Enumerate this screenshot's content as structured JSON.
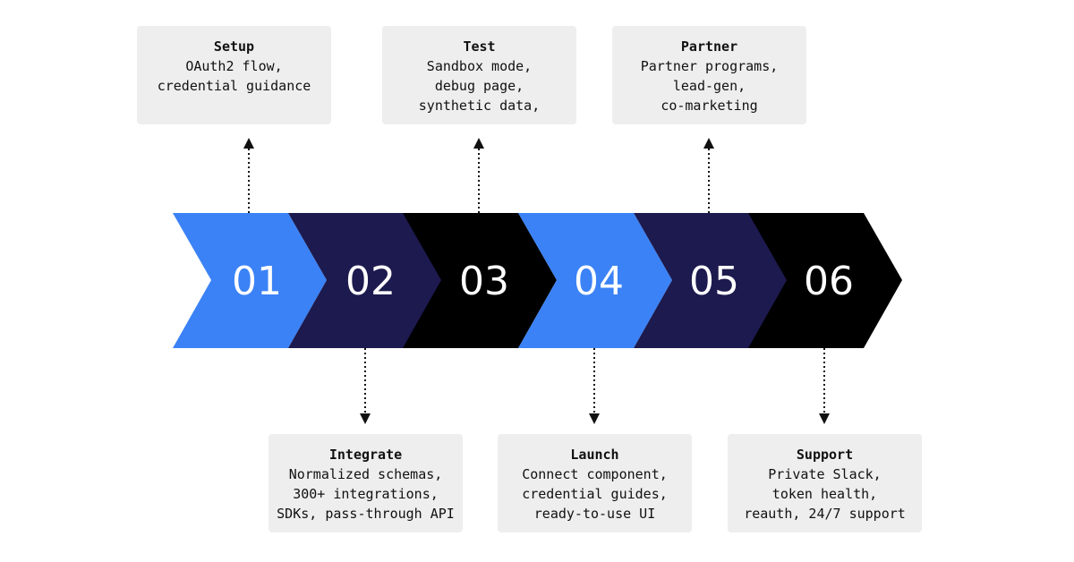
{
  "colors": {
    "blue": "#3b82f6",
    "navy": "#1c1a4e",
    "black": "#000000",
    "card_bg": "#eeeeee",
    "connector": "#111111"
  },
  "steps": [
    {
      "number": "01",
      "color": "#3b82f6"
    },
    {
      "number": "02",
      "color": "#1c1a4e"
    },
    {
      "number": "03",
      "color": "#000000"
    },
    {
      "number": "04",
      "color": "#3b82f6"
    },
    {
      "number": "05",
      "color": "#1c1a4e"
    },
    {
      "number": "06",
      "color": "#000000"
    }
  ],
  "cards": {
    "setup": {
      "title": "Setup",
      "lines": [
        "OAuth2 flow,",
        "credential guidance"
      ]
    },
    "test": {
      "title": "Test",
      "lines": [
        "Sandbox mode,",
        "debug page,",
        "synthetic data,"
      ]
    },
    "partner": {
      "title": "Partner",
      "lines": [
        "Partner programs,",
        "lead-gen,",
        "co-marketing"
      ]
    },
    "integrate": {
      "title": "Integrate",
      "lines": [
        "Normalized schemas,",
        "300+ integrations,",
        "SDKs, pass-through API"
      ]
    },
    "launch": {
      "title": "Launch",
      "lines": [
        "Connect component,",
        "credential guides,",
        "ready-to-use UI"
      ]
    },
    "support": {
      "title": "Support",
      "lines": [
        "Private Slack,",
        "token health,",
        "reauth, 24/7 support"
      ]
    }
  }
}
